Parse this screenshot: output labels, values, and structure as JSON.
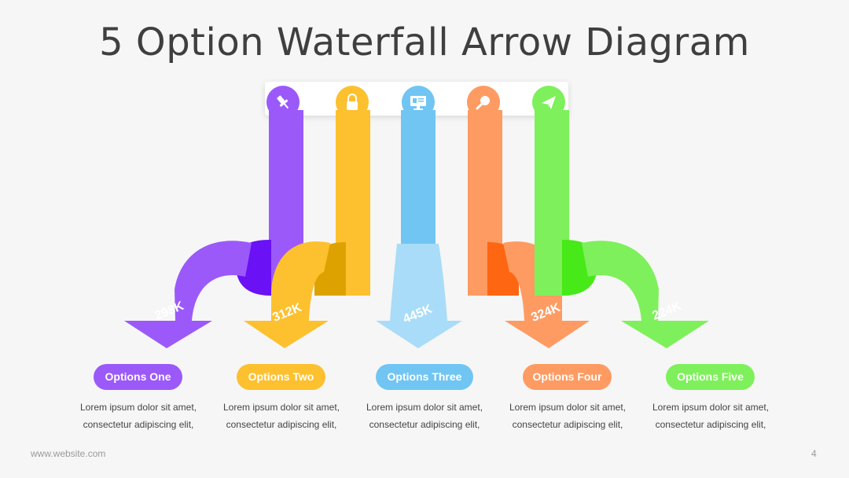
{
  "title": "5 Option Waterfall Arrow Diagram",
  "footer": {
    "url": "www.website.com",
    "page": "4"
  },
  "options": [
    {
      "label": "Options One",
      "value": "298K",
      "color": "#9b59f9",
      "dark": "#6a11f5",
      "icon": "pushpin-icon",
      "desc1": "Lorem ipsum dolor sit amet,",
      "desc2": "consectetur adipiscing elit,"
    },
    {
      "label": "Options Two",
      "value": "312K",
      "color": "#fdc02f",
      "dark": "#dea200",
      "icon": "lock-icon",
      "desc1": "Lorem ipsum dolor sit amet,",
      "desc2": "consectetur adipiscing elit,"
    },
    {
      "label": "Options Three",
      "value": "445K",
      "color": "#70c5f3",
      "dark": "#a9dcf8",
      "icon": "monitor-icon",
      "desc1": "Lorem ipsum dolor sit amet,",
      "desc2": "consectetur adipiscing elit,"
    },
    {
      "label": "Options Four",
      "value": "324K",
      "color": "#fe9b62",
      "dark": "#fe6612",
      "icon": "search-icon",
      "desc1": "Lorem ipsum dolor sit amet,",
      "desc2": "consectetur adipiscing elit,"
    },
    {
      "label": "Options Five",
      "value": "224K",
      "color": "#7ef05b",
      "dark": "#47e918",
      "icon": "paper-plane-icon",
      "desc1": "Lorem ipsum dolor sit amet,",
      "desc2": "consectetur adipiscing elit,"
    }
  ]
}
